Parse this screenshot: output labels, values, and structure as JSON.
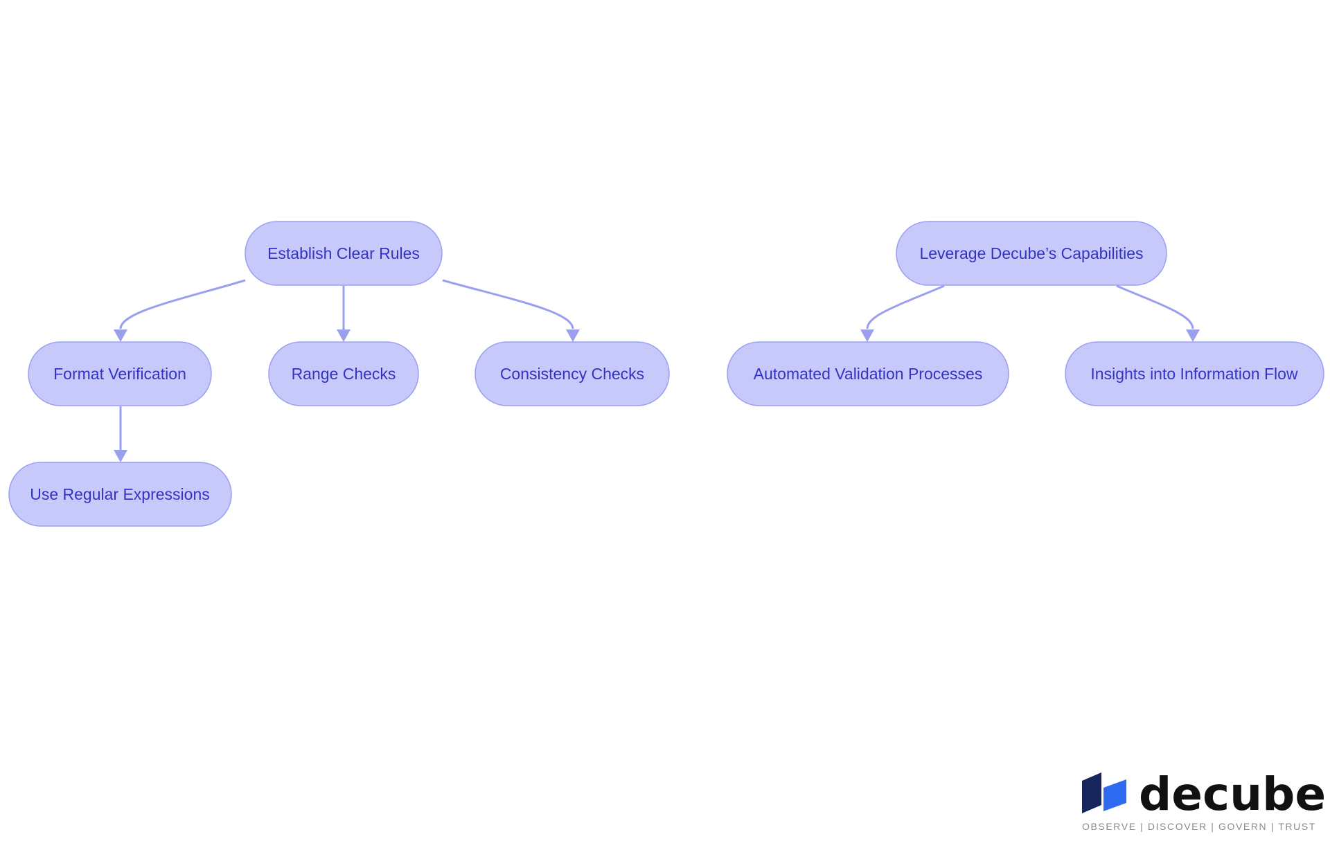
{
  "diagram": {
    "nodes": [
      {
        "id": "establish-clear-rules",
        "label": "Establish Clear Rules"
      },
      {
        "id": "format-verification",
        "label": "Format Verification"
      },
      {
        "id": "range-checks",
        "label": "Range Checks"
      },
      {
        "id": "consistency-checks",
        "label": "Consistency Checks"
      },
      {
        "id": "use-regular-expressions",
        "label": "Use Regular Expressions"
      },
      {
        "id": "leverage-decube-capabilities",
        "label": "Leverage Decube’s Capabilities"
      },
      {
        "id": "automated-validation-processes",
        "label": "Automated Validation Processes"
      },
      {
        "id": "insights-into-information-flow",
        "label": "Insights into Information Flow"
      }
    ],
    "edges": [
      {
        "from": "establish-clear-rules",
        "to": "format-verification"
      },
      {
        "from": "establish-clear-rules",
        "to": "range-checks"
      },
      {
        "from": "establish-clear-rules",
        "to": "consistency-checks"
      },
      {
        "from": "format-verification",
        "to": "use-regular-expressions"
      },
      {
        "from": "leverage-decube-capabilities",
        "to": "automated-validation-processes"
      },
      {
        "from": "leverage-decube-capabilities",
        "to": "insights-into-information-flow"
      }
    ],
    "colors": {
      "node_fill": "#c8c9fb",
      "node_stroke": "#9a9ff0",
      "node_text": "#3333c2",
      "edge": "#9a9fee"
    }
  },
  "logo": {
    "wordmark": "decube",
    "tagline": "OBSERVE | DISCOVER | GOVERN | TRUST",
    "colors": {
      "mark_dark": "#16255c",
      "mark_light": "#2f6bf0",
      "wordmark": "#111111"
    }
  }
}
